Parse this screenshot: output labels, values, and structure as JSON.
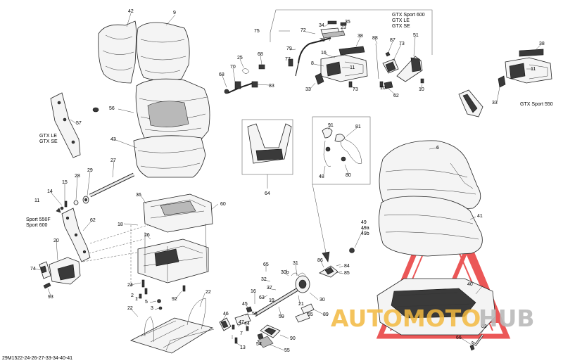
{
  "diagram_code": "29M1522-24-26-27-33-34-40-41",
  "watermark": {
    "brand_a": "AUTOMOTO",
    "brand_b": "HUB",
    "color_a": "#f2b83f",
    "color_b": "#b9b9b9",
    "triangle_color": "#e83a3a"
  },
  "variants": {
    "gtx_sport_600": "GTX Sport 600",
    "gtx_le": "GTX LE",
    "gtx_se": "GTX SE",
    "gtx_sport_550": "GTX Sport 550",
    "gtx_le_left": "GTX LE",
    "gtx_se_left": "GTX SE",
    "sport_550f": "Sport 550F",
    "sport_600": "Sport 600"
  },
  "callouts": {
    "c42": "42",
    "c9": "9",
    "c75": "75",
    "c72": "72",
    "c34": "34",
    "c35": "35",
    "c23": "23",
    "c79a": "79",
    "c79b": "79",
    "c38a": "38",
    "c88": "88",
    "c87": "87",
    "c51": "51",
    "c73a": "73",
    "c25": "25",
    "c68a": "68",
    "c70": "70",
    "c68b": "68",
    "c83": "83",
    "c77": "77",
    "c16a": "16",
    "c8": "8",
    "c11a": "11",
    "c33a": "33",
    "c73b": "73",
    "c10a": "10",
    "c62a": "62",
    "c10b": "10",
    "c38b": "38",
    "c11b": "11",
    "c33b": "33",
    "c56": "56",
    "c57": "57",
    "c43": "43",
    "c27": "27",
    "c64": "64",
    "c91": "91",
    "c81": "81",
    "c48": "48",
    "c80": "80",
    "c6": "6",
    "c29": "29",
    "c28": "28",
    "c14": "14",
    "c15": "15",
    "c11c": "11",
    "c36": "36",
    "c60": "60",
    "c18": "18",
    "c26": "26",
    "c62b": "62",
    "c41": "41",
    "c49": "49",
    "c49a": "49a",
    "c49b": "49b",
    "c20": "20",
    "c74": "74",
    "c93": "93",
    "c65": "65",
    "c86": "86",
    "c84": "84",
    "c85": "85",
    "c24": "24",
    "c32": "32",
    "c30b": "30b",
    "c31": "31",
    "c37": "37",
    "c63": "63",
    "c19": "19",
    "c1": "1",
    "c2": "2",
    "c5": "5",
    "c3": "3",
    "c92": "92",
    "c22a": "22",
    "c22b": "22",
    "c16b": "16",
    "c45": "45",
    "c59": "59",
    "c21": "21",
    "c30": "30",
    "c46": "46",
    "c58": "58",
    "c47": "47",
    "c44": "44",
    "c55a": "55",
    "c89a": "89",
    "c40": "40",
    "c89b": "89",
    "c7": "7",
    "c13": "13",
    "c54": "54",
    "c90": "90",
    "c55b": "55",
    "c66": "66"
  }
}
